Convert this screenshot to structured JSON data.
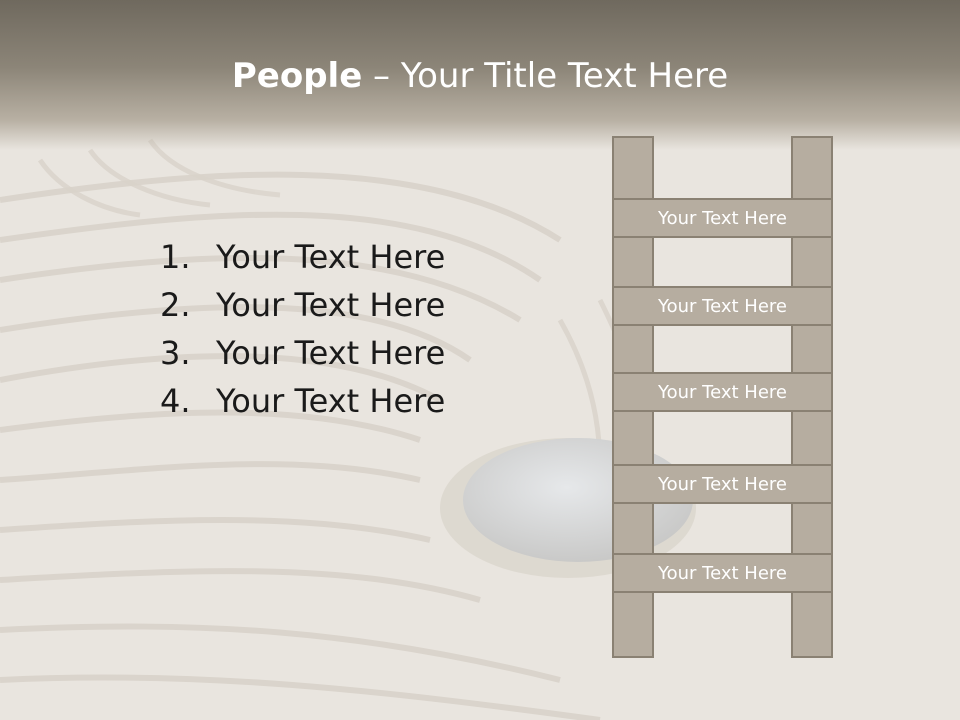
{
  "slide": {
    "title_bold": "People",
    "title_rest": " – Your Title Text Here"
  },
  "list": {
    "items": [
      {
        "number": "1.",
        "text": "Your Text Here"
      },
      {
        "number": "2.",
        "text": "Your Text Here"
      },
      {
        "number": "3.",
        "text": "Your Text Here"
      },
      {
        "number": "4.",
        "text": "Your Text Here"
      }
    ]
  },
  "ladder": {
    "rungs": [
      "Your Text Here",
      "Your Text Here",
      "Your Text Here",
      "Your Text Here",
      "Your Text Here"
    ]
  }
}
